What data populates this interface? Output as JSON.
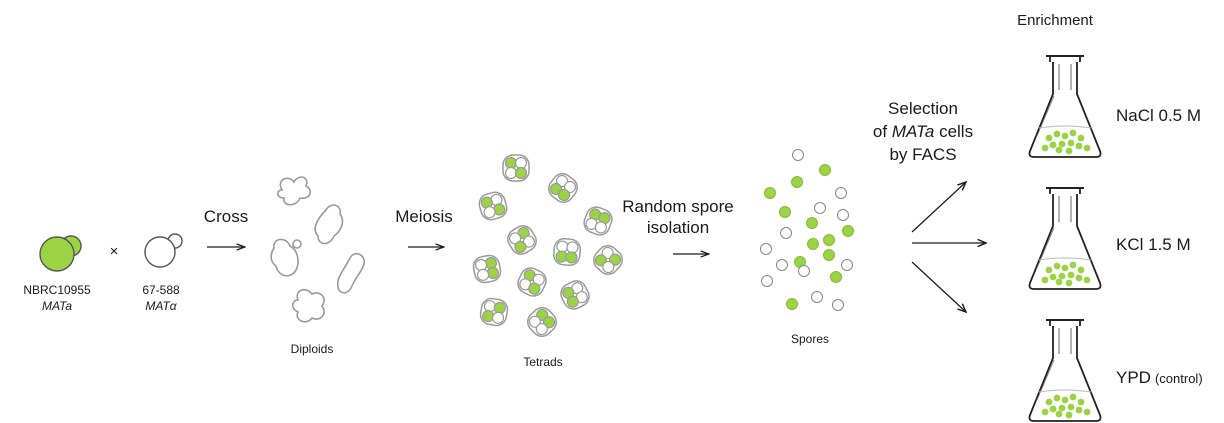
{
  "colors": {
    "green": "#9bd345",
    "outline": "#9a9a9a",
    "text": "#1a1a1a"
  },
  "strains": {
    "left": {
      "id": "NBRC10955",
      "mating": "MATa"
    },
    "cross_symbol": "×",
    "right": {
      "id": "67-588",
      "mating": "MATα"
    }
  },
  "steps": {
    "cross": "Cross",
    "meiosis": "Meiosis",
    "random_spore_1": "Random spore",
    "random_spore_2": "isolation",
    "selection_1": "Selection",
    "selection_2a": "of ",
    "selection_2b": "MATa",
    "selection_2c": " cells",
    "selection_3": "by FACS"
  },
  "stages": {
    "diploids": "Diploids",
    "tetrads": "Tetrads",
    "spores": "Spores"
  },
  "enrichment": {
    "title": "Enrichment",
    "conditions": [
      {
        "label": "NaCl 0.5 M",
        "note": ""
      },
      {
        "label": "KCl 1.5 M",
        "note": ""
      },
      {
        "label": "YPD",
        "note": "(control)"
      }
    ]
  }
}
